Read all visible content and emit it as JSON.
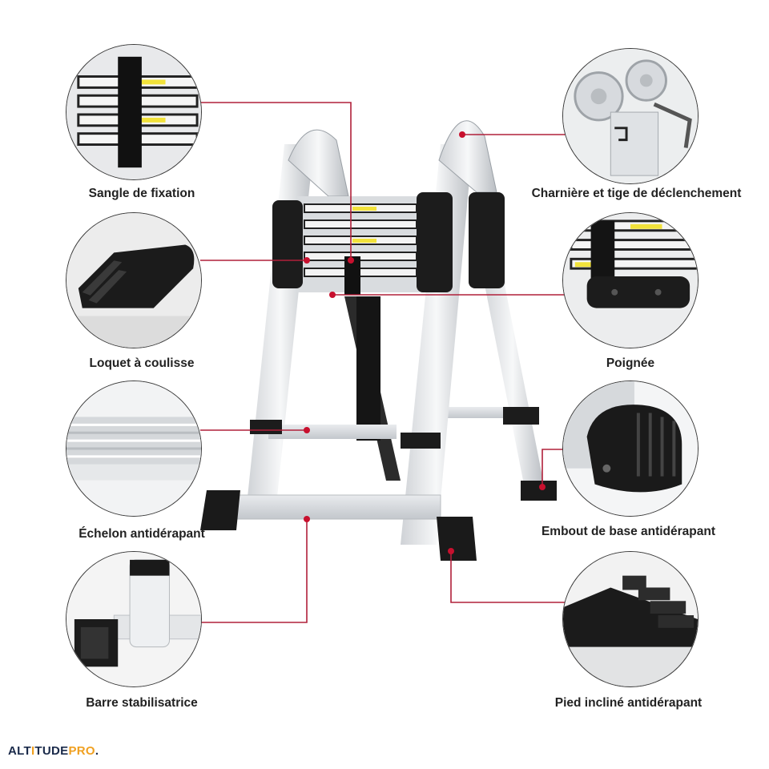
{
  "brand": {
    "part1": "ALT",
    "part2": "I",
    "part3": "TUDE",
    "part4": "PRO",
    "dot": "."
  },
  "callouts": [
    {
      "id": "sangle",
      "label": "Sangle de fixation"
    },
    {
      "id": "loquet",
      "label": "Loquet à coulisse"
    },
    {
      "id": "echelon",
      "label": "Échelon antidérapant"
    },
    {
      "id": "barre",
      "label": "Barre stabilisatrice"
    },
    {
      "id": "charniere",
      "label": "Charnière et tige de déclenchement"
    },
    {
      "id": "poignee",
      "label": "Poignée"
    },
    {
      "id": "embout",
      "label": "Embout de base antidérapant"
    },
    {
      "id": "pied",
      "label": "Pied incliné antidérapant"
    }
  ],
  "colors": {
    "leader": "#b0203a",
    "dot": "#c8102e",
    "text": "#222222",
    "brand_navy": "#1a2a4a",
    "brand_accent": "#f0a020"
  }
}
